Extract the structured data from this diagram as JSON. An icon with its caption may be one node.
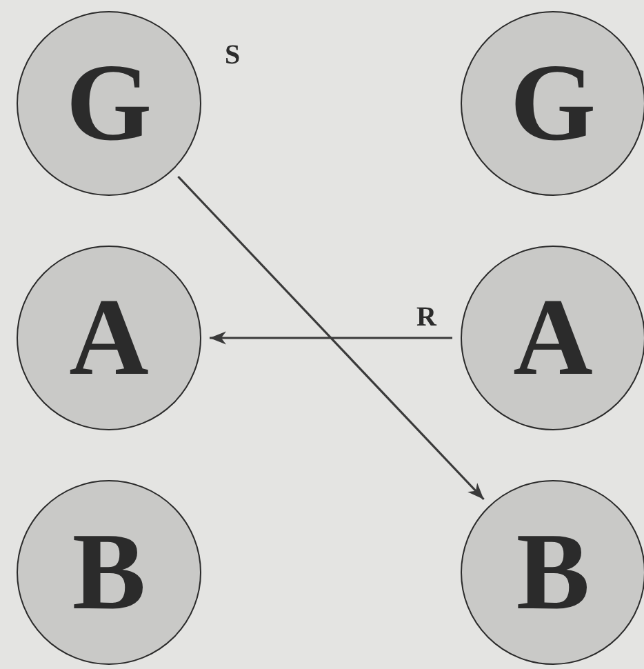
{
  "diagram": {
    "nodes": [
      {
        "text": [
          "G"
        ]
      },
      {
        "text": [
          "A"
        ]
      },
      {
        "text": [
          "B"
        ]
      },
      {
        "text": [
          "G"
        ]
      },
      {
        "text": [
          "A"
        ]
      },
      {
        "text": [
          "B"
        ]
      }
    ],
    "edges": [
      {
        "from": 0,
        "to": 5,
        "arrow": "to",
        "label": "S"
      },
      {
        "from": 4,
        "to": 1,
        "arrow": "to",
        "label": "R"
      }
    ]
  }
}
